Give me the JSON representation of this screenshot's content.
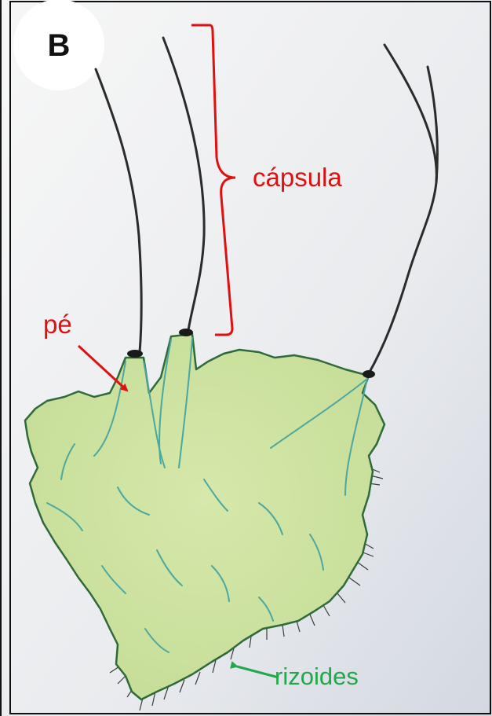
{
  "panel": {
    "letter": "B"
  },
  "labels": {
    "capsule": "cápsula",
    "foot": "pé",
    "rhizoids": "rizoides"
  },
  "colors": {
    "capsule_label": "#e01010",
    "foot_label": "#e01010",
    "rhizoids_label": "#22a84a",
    "thallus_fill": "#cfe3a2",
    "thallus_edge": "#2f6a3a",
    "capsule_stroke": "#2b2b2b",
    "background_top": "#f4f4f4",
    "background_bottom": "#d6dbe3"
  }
}
